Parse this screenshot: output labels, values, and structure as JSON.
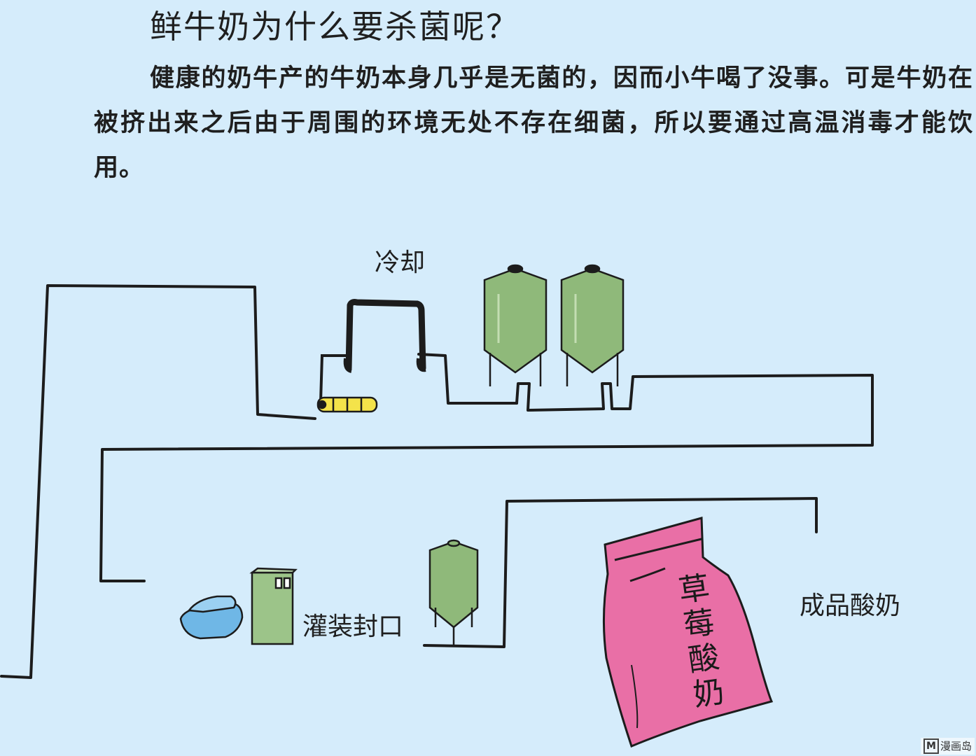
{
  "title": "鲜牛奶为什么要杀菌呢？",
  "paragraph": "健康的奶牛产的牛奶本身几乎是无菌的，因而小牛喝了没事。可是牛奶在被挤出来之后由于周围的环境无处不存在细菌，所以要通过高温消毒才能饮用。",
  "labels": {
    "cooling": "冷却",
    "filling": "灌装封口",
    "product": "成品酸奶"
  },
  "bag_text": [
    "草",
    "莓",
    "酸",
    "奶"
  ],
  "watermark": {
    "logo_letter": "M",
    "name": "漫画岛"
  },
  "colors": {
    "background": "#d5ecfb",
    "pipe": "#1c1c1c",
    "tank_green": "#8fb97a",
    "box_green": "#9cc489",
    "heater_yellow": "#f4e34a",
    "tray_blue": "#6fb7e6",
    "bag_pink": "#e96fa6"
  }
}
